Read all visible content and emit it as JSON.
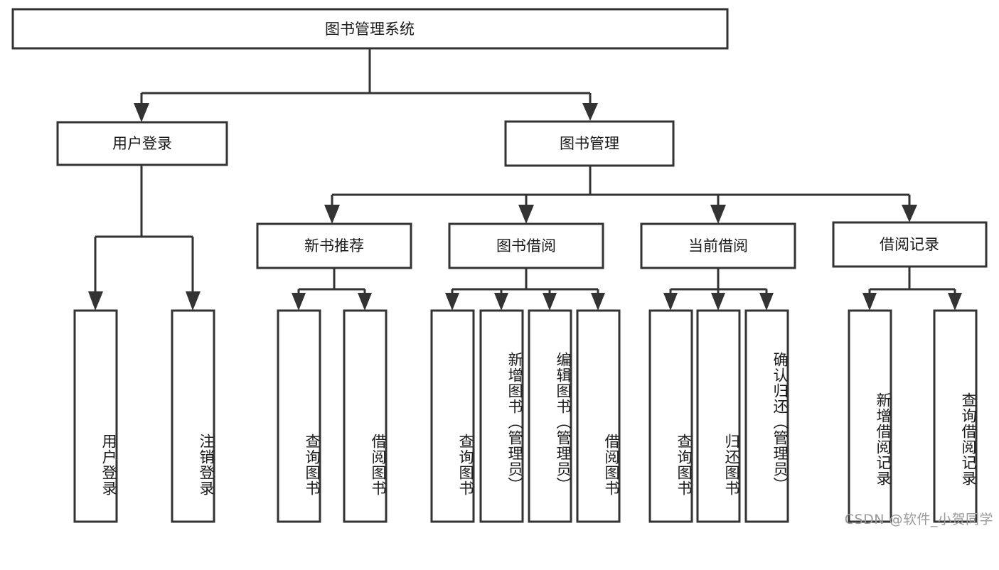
{
  "diagram": {
    "type": "tree",
    "title": "图书管理系统",
    "root": {
      "id": "root",
      "label": "图书管理系统",
      "orientation": "horizontal"
    },
    "level2": [
      {
        "id": "user-login",
        "label": "用户登录",
        "orientation": "horizontal"
      },
      {
        "id": "book-management",
        "label": "图书管理",
        "orientation": "horizontal"
      }
    ],
    "level3": [
      {
        "id": "new-book-recommend",
        "label": "新书推荐",
        "orientation": "horizontal",
        "parent": "book-management"
      },
      {
        "id": "book-borrow",
        "label": "图书借阅",
        "orientation": "horizontal",
        "parent": "book-management"
      },
      {
        "id": "current-borrow",
        "label": "当前借阅",
        "orientation": "horizontal",
        "parent": "book-management"
      },
      {
        "id": "borrow-record",
        "label": "借阅记录",
        "orientation": "horizontal",
        "parent": "book-management"
      }
    ],
    "leaves": [
      {
        "id": "leaf-user-login",
        "label": "用户登录",
        "orientation": "vertical",
        "parent": "user-login"
      },
      {
        "id": "leaf-logout-login",
        "label": "注销登录",
        "orientation": "vertical",
        "parent": "user-login"
      },
      {
        "id": "leaf-query-book-1",
        "label": "查询图书",
        "orientation": "vertical",
        "parent": "new-book-recommend"
      },
      {
        "id": "leaf-borrow-book-1",
        "label": "借阅图书",
        "orientation": "vertical",
        "parent": "new-book-recommend"
      },
      {
        "id": "leaf-query-book-2",
        "label": "查询图书",
        "orientation": "vertical",
        "parent": "book-borrow"
      },
      {
        "id": "leaf-add-book",
        "label": "新增图书（管理员）",
        "orientation": "vertical",
        "parent": "book-borrow"
      },
      {
        "id": "leaf-edit-book",
        "label": "编辑图书（管理员）",
        "orientation": "vertical",
        "parent": "book-borrow"
      },
      {
        "id": "leaf-borrow-book-2",
        "label": "借阅图书",
        "orientation": "vertical",
        "parent": "book-borrow"
      },
      {
        "id": "leaf-query-book-3",
        "label": "查询图书",
        "orientation": "vertical",
        "parent": "current-borrow"
      },
      {
        "id": "leaf-return-book",
        "label": "归还图书",
        "orientation": "vertical",
        "parent": "current-borrow"
      },
      {
        "id": "leaf-confirm-return",
        "label": "确认归还（管理员）",
        "orientation": "vertical",
        "parent": "current-borrow"
      },
      {
        "id": "leaf-add-record",
        "label": "新增借阅记录",
        "orientation": "vertical",
        "parent": "borrow-record"
      },
      {
        "id": "leaf-query-record",
        "label": "查询借阅记录",
        "orientation": "vertical",
        "parent": "borrow-record"
      }
    ],
    "colors": {
      "stroke": "#333333",
      "fill": "#ffffff",
      "text": "#1a1a1a",
      "watermark": "#9a9a9a"
    }
  },
  "watermark": {
    "text": "CSDN @软件_小贺同学"
  }
}
